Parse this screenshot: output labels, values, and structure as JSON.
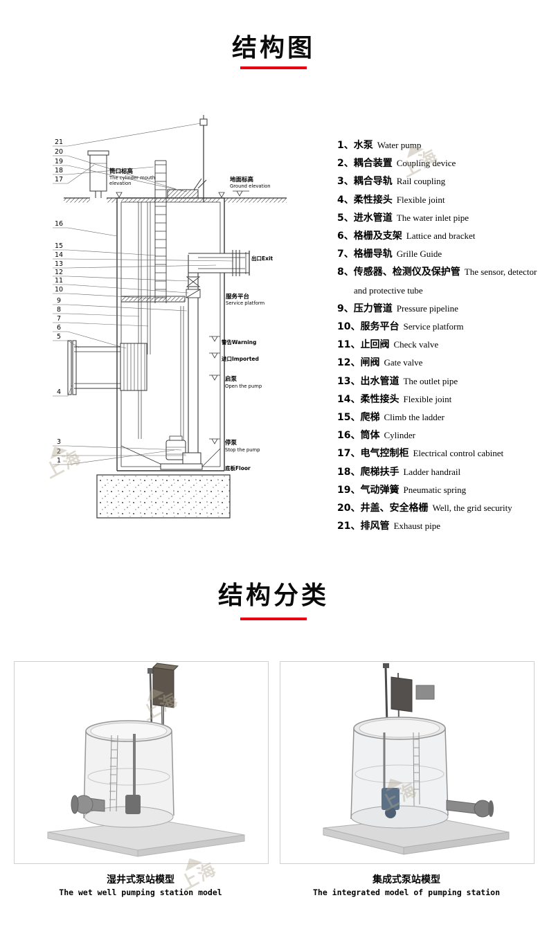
{
  "colors": {
    "accent_red": "#e60012"
  },
  "watermark": {
    "logo": "◢◣",
    "text": "上海"
  },
  "sections": {
    "diagram": {
      "title": "结构图"
    },
    "classification": {
      "title": "结构分类"
    }
  },
  "legend": {
    "items": [
      {
        "num": "1、",
        "zh": "水泵",
        "en": "Water pump"
      },
      {
        "num": "2、",
        "zh": "耦合装置",
        "en": "Coupling device"
      },
      {
        "num": "3、",
        "zh": "耦合导轨",
        "en": "Rail coupling"
      },
      {
        "num": "4、",
        "zh": "柔性接头",
        "en": "Flexible joint"
      },
      {
        "num": "5、",
        "zh": "进水管道",
        "en": "The water inlet pipe"
      },
      {
        "num": "6、",
        "zh": "格栅及支架",
        "en": "Lattice and bracket"
      },
      {
        "num": "7、",
        "zh": "格栅导轨",
        "en": "Grille Guide"
      },
      {
        "num": "8、",
        "zh": "传感器、检测仪及保护管",
        "en": "The sensor, detector and protective tube"
      },
      {
        "num": "9、",
        "zh": "压力管道",
        "en": "Pressure pipeline"
      },
      {
        "num": "10、",
        "zh": "服务平台",
        "en": "Service platform"
      },
      {
        "num": "11、",
        "zh": "止回阀",
        "en": "Check valve"
      },
      {
        "num": "12、",
        "zh": "闸阀",
        "en": "Gate valve"
      },
      {
        "num": "13、",
        "zh": "出水管道",
        "en": "The outlet pipe"
      },
      {
        "num": "14、",
        "zh": "柔性接头",
        "en": "Flexible joint"
      },
      {
        "num": "15、",
        "zh": "爬梯",
        "en": "Climb the ladder"
      },
      {
        "num": "16、",
        "zh": "筒体",
        "en": "Cylinder"
      },
      {
        "num": "17、",
        "zh": "电气控制柜",
        "en": "Electrical control cabinet"
      },
      {
        "num": "18、",
        "zh": "爬梯扶手",
        "en": "Ladder handrail"
      },
      {
        "num": "19、",
        "zh": "气动弹簧",
        "en": "Pneumatic spring"
      },
      {
        "num": "20、",
        "zh": "井盖、安全格栅",
        "en": "Well, the grid security"
      },
      {
        "num": "21、",
        "zh": "排风管",
        "en": "Exhaust pipe"
      }
    ]
  },
  "diagram": {
    "callouts": [
      "21",
      "20",
      "19",
      "18",
      "17",
      "16",
      "15",
      "14",
      "13",
      "12",
      "11",
      "10",
      "9",
      "8",
      "7",
      "6",
      "5",
      "4",
      "3",
      "2",
      "1"
    ],
    "labels": {
      "mouth_zh": "筒口标高",
      "mouth_en1": "The cylinder mouth",
      "mouth_en2": "elevation",
      "ground_zh": "地面标高",
      "ground_en": "Ground elevation",
      "exit": "出口Exit",
      "platform_zh": "服务平台",
      "platform_en": "Service platform",
      "warning": "警告Warning",
      "imported": "进口Imported",
      "pump_on_zh": "启泵",
      "pump_on_en": "Open the pump",
      "pump_off_zh": "停泵",
      "pump_off_en": "Stop the pump",
      "floor": "底板Floor"
    }
  },
  "models": {
    "wet_well": {
      "caption_zh": "湿井式泵站模型",
      "caption_en": "The wet well pumping station model"
    },
    "integrated": {
      "caption_zh": "集成式泵站模型",
      "caption_en": "The integrated model of pumping station"
    }
  }
}
